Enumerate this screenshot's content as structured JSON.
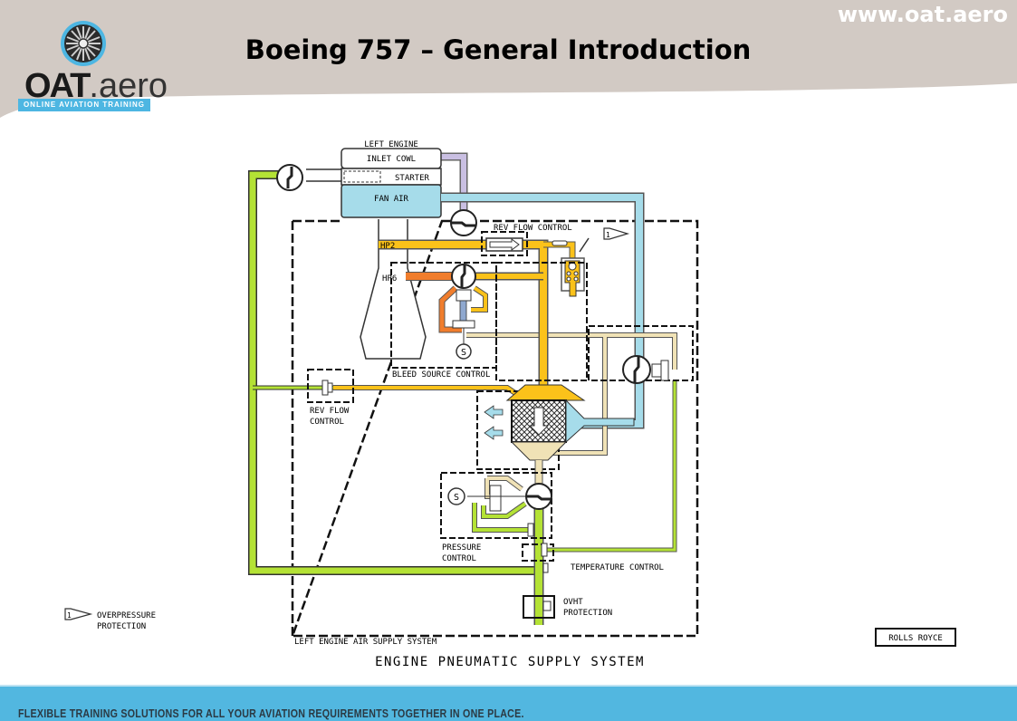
{
  "header": {
    "title": "Boeing 757 – General Introduction",
    "site_url": "www.oat.aero",
    "logo": {
      "name_bold": "OAT",
      "name_light": ".aero",
      "tagline": "ONLINE AVIATION TRAINING",
      "icon": "jet-engine-fan-icon"
    }
  },
  "diagram": {
    "caption": "ENGINE PNEUMATIC SUPPLY SYSTEM",
    "system_label": "LEFT ENGINE AIR SUPPLY SYSTEM",
    "manufacturer_label": "ROLLS ROYCE",
    "labels": {
      "left_engine": "LEFT ENGINE",
      "inlet_cowl": "INLET COWL",
      "starter": "STARTER",
      "fan_air": "FAN AIR",
      "hp2": "HP2",
      "hp6": "HP6",
      "rev_flow_control_top": "REV FLOW CONTROL",
      "bleed_source_control": "BLEED SOURCE CONTROL",
      "rev_flow_control_left_1": "REV FLOW",
      "rev_flow_control_left_2": "CONTROL",
      "pressure_control_1": "PRESSURE",
      "pressure_control_2": "CONTROL",
      "temperature_control": "TEMPERATURE CONTROL",
      "ovht_1": "OVHT",
      "ovht_2": "PROTECTION",
      "solenoid_1": "S",
      "solenoid_2": "S",
      "note_flag": "1"
    },
    "legend": {
      "flag_number": "1",
      "line1": "OVERPRESSURE",
      "line2": "PROTECTION"
    },
    "colors": {
      "fan_air": "#a6dcea",
      "hp_intermediate": "#fbc21a",
      "hp_high": "#f07d2c",
      "regulated": "#b4e235",
      "tan_sense": "#f0e2b6",
      "starter_duct": "#c9bfe2",
      "valve_stem": "#8fa8cf"
    }
  },
  "footer": {
    "text": "FLEXIBLE TRAINING SOLUTIONS FOR ALL YOUR AVIATION REQUIREMENTS TOGETHER IN ONE PLACE."
  }
}
